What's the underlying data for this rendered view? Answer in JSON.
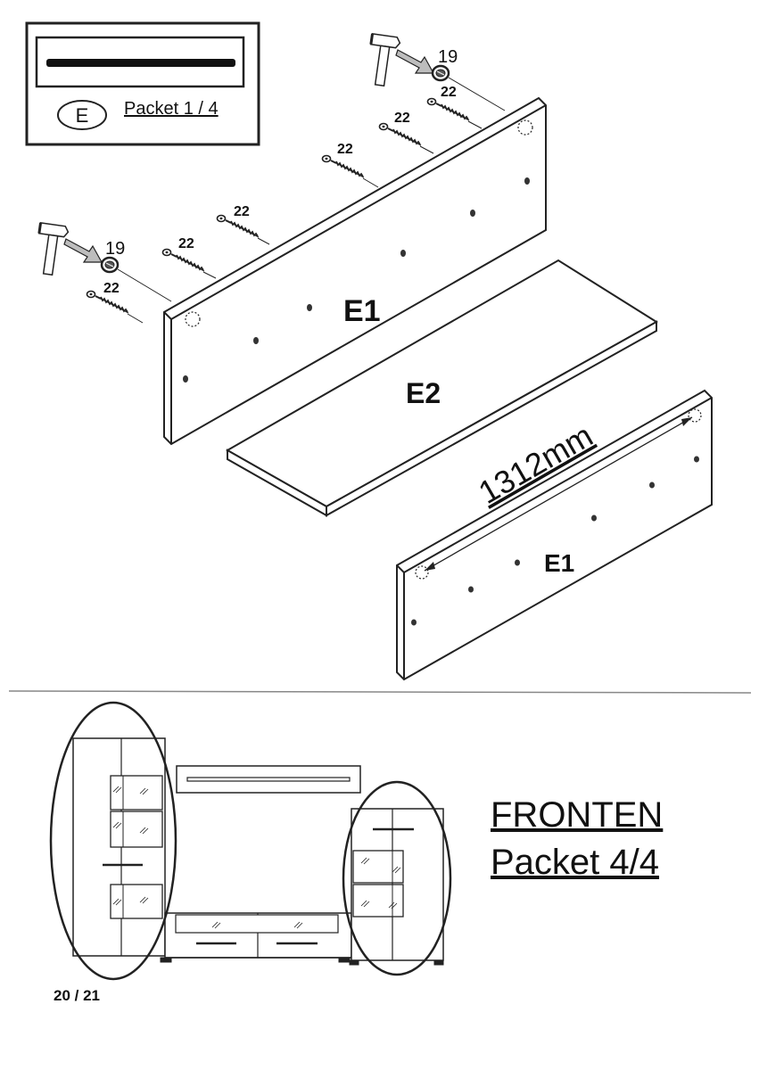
{
  "packet_box": {
    "circle_letter": "E",
    "packet_label": "Packet 1 / 4"
  },
  "parts": {
    "back_panel_label": "E1",
    "shelf_label": "E2",
    "side_panel_label": "E1",
    "dimension_label": "1312mm"
  },
  "hardware": {
    "cam_number": "19",
    "screw_number": "22"
  },
  "fronts": {
    "title_line1": "FRONTEN",
    "title_line2": "Packet 4/4",
    "page_ref": "20 / 21"
  },
  "colors": {
    "line": "#222222",
    "arrow_fill": "#bdbdbd",
    "panel_fill": "#ffffff"
  }
}
